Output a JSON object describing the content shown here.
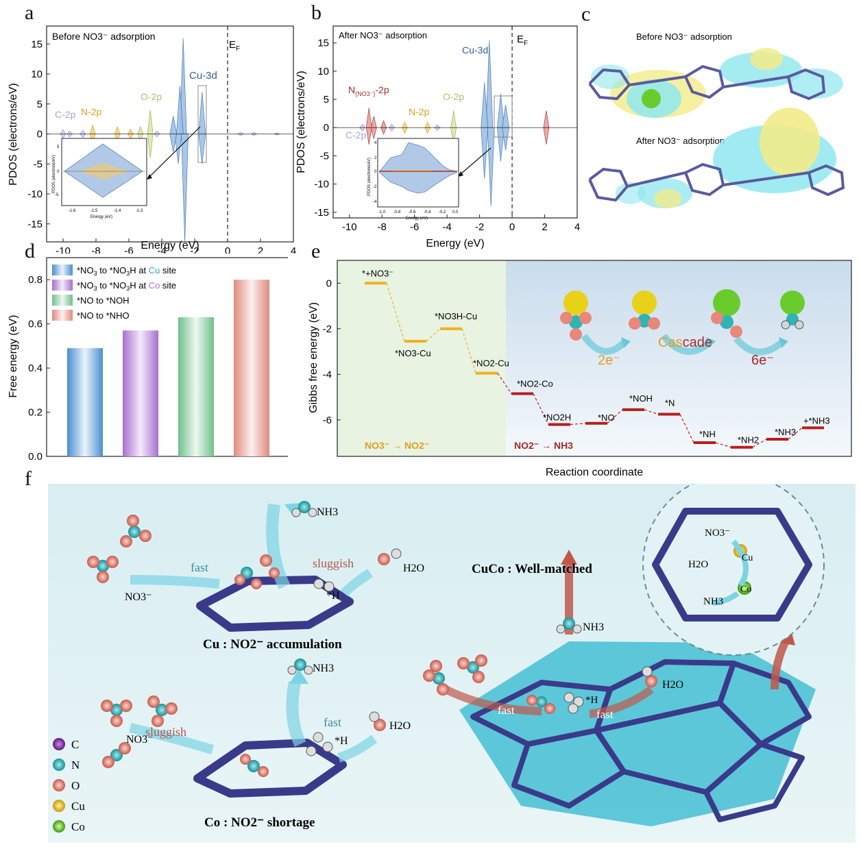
{
  "panel_labels": {
    "a": "a",
    "b": "b",
    "c": "c",
    "d": "d",
    "e": "e",
    "f": "f"
  },
  "chart_data": [
    {
      "panel": "a",
      "type": "line",
      "annotation": "Before NO3⁻ adsorption",
      "xlabel": "Energy (eV)",
      "ylabel": "PDOS (electrons/eV)",
      "xlim": [
        -11,
        4
      ],
      "ylim": [
        -18,
        18
      ],
      "xticks": [
        -10,
        -8,
        -6,
        -4,
        -2,
        0,
        2,
        4
      ],
      "yticks": [
        -15,
        -10,
        -5,
        0,
        5,
        10,
        15
      ],
      "fermi_label": "E",
      "fermi_sub": "F",
      "series_labels": {
        "c2p": "C-2p",
        "n2p": "N-2p",
        "o2p": "O-2p",
        "cu3d": "Cu-3d"
      },
      "peaks": {
        "cu3d": [
          [
            -2.7,
            16
          ],
          [
            -2.6,
            -18
          ],
          [
            -2.9,
            8
          ],
          [
            -3.0,
            -5
          ],
          [
            -1.55,
            7
          ],
          [
            -1.55,
            -5
          ],
          [
            -3.3,
            3
          ],
          [
            -3.3,
            -3
          ]
        ],
        "o2p": [
          [
            -4.7,
            4
          ],
          [
            -4.7,
            -4
          ],
          [
            -5.3,
            1.2
          ],
          [
            -5.3,
            -1.2
          ]
        ],
        "n2p": [
          [
            -8.2,
            1.5
          ],
          [
            -8.2,
            -1.5
          ],
          [
            -6.7,
            1.2
          ],
          [
            -6.7,
            -1.2
          ],
          [
            -5.9,
            0.8
          ],
          [
            -5.9,
            -0.8
          ]
        ],
        "c2p": [
          [
            -10.0,
            0.7
          ],
          [
            -10.0,
            -0.7
          ],
          [
            -9.6,
            0.5
          ],
          [
            -9.6,
            -0.5
          ],
          [
            -8.8,
            0.6
          ],
          [
            -8.8,
            -0.6
          ],
          [
            -4.3,
            0.5
          ],
          [
            -4.3,
            -0.5
          ],
          [
            0.8,
            0.3
          ],
          [
            0.8,
            -0.3
          ],
          [
            1.6,
            0.3
          ],
          [
            1.6,
            -0.3
          ],
          [
            3.0,
            0.2
          ],
          [
            3.0,
            -0.2
          ]
        ]
      },
      "inset": {
        "xlabel": "Energy (eV)",
        "ylabel": "PDOS (electrons/eV)",
        "xticks": [
          "-1.6",
          "-1.5",
          "-1.4",
          "-1.3"
        ],
        "yticks": [
          "5",
          "0",
          "-5"
        ]
      }
    },
    {
      "panel": "b",
      "type": "line",
      "annotation": "After NO3⁻ adsorption",
      "xlabel": "Energy (eV)",
      "ylabel": "PDOS (electrons/eV)",
      "xlim": [
        -11,
        4
      ],
      "ylim": [
        -16,
        18
      ],
      "xticks": [
        -10,
        -8,
        -6,
        -4,
        -2,
        0,
        2,
        4
      ],
      "yticks": [
        -15,
        -10,
        -5,
        0,
        5,
        10,
        15
      ],
      "fermi_label": "E",
      "fermi_sub": "F",
      "series_labels": {
        "nno3_main": "N",
        "nno3_sub": "(NO3⁻)",
        "nno3_tail": "-2p",
        "c2p": "C-2p",
        "n2p": "N-2p",
        "o2p": "O-2p",
        "cu3d": "Cu-3d"
      },
      "peaks": {
        "cu3d": [
          [
            -1.4,
            15.5
          ],
          [
            -1.3,
            -14
          ],
          [
            -1.7,
            8
          ],
          [
            -1.7,
            -9
          ],
          [
            -0.7,
            6
          ],
          [
            -0.7,
            -6
          ],
          [
            -0.4,
            4
          ],
          [
            -0.4,
            -4
          ]
        ],
        "nno3": [
          [
            -8.8,
            3.5
          ],
          [
            -8.8,
            -3
          ],
          [
            -8.5,
            2
          ],
          [
            -8.5,
            -2
          ],
          [
            -7.9,
            1.2
          ],
          [
            -7.9,
            -1.2
          ],
          [
            2.1,
            3
          ],
          [
            2.1,
            -3
          ]
        ],
        "o2p": [
          [
            -3.6,
            3
          ],
          [
            -3.6,
            -3
          ]
        ],
        "n2p": [
          [
            -6.6,
            1
          ],
          [
            -6.6,
            -1
          ],
          [
            -5.2,
            1
          ],
          [
            -5.2,
            -1
          ]
        ],
        "c2p": [
          [
            -9.2,
            0.6
          ],
          [
            -9.2,
            -0.6
          ],
          [
            -7.4,
            0.6
          ],
          [
            -7.4,
            -0.6
          ],
          [
            -4.6,
            0.5
          ],
          [
            -4.6,
            -0.5
          ]
        ]
      },
      "inset": {
        "xlabel": "Energy (eV)",
        "ylabel": "PDOS (electrons/eV)",
        "xticks": [
          "-1.0",
          "-0.8",
          "-0.6",
          "-0.4",
          "-0.2",
          "0.0"
        ],
        "yticks": [
          "4",
          "2",
          "0",
          "-2",
          "-4"
        ]
      }
    },
    {
      "panel": "d",
      "type": "bar",
      "ylabel": "Free energy (eV)",
      "ylim": [
        0,
        0.9
      ],
      "yticks": [
        "0.0",
        "0.2",
        "0.4",
        "0.6",
        "0.8"
      ],
      "legend_placement": "top-left",
      "series": [
        {
          "name_pre": "*NO",
          "name_sub": "3",
          "name_mid": " to *NO",
          "name_sub2": "3",
          "name_mid2": "H at ",
          "site": "Cu",
          "name_post": " site",
          "value": 0.49,
          "color": "#4a8fcf"
        },
        {
          "name_pre": "*NO",
          "name_sub": "3",
          "name_mid": " to *NO",
          "name_sub2": "3",
          "name_mid2": "H at ",
          "site": "Co",
          "name_post": " site",
          "value": 0.57,
          "color": "#a86fcf"
        },
        {
          "name_pre": "*NO to *NOH",
          "value": 0.63,
          "color": "#6fc08a"
        },
        {
          "name_pre": "*NO to *NHO",
          "value": 0.8,
          "color": "#e08a7e"
        }
      ]
    },
    {
      "panel": "e",
      "type": "line",
      "ylabel": "Gibbs free energy (eV)",
      "xlabel": "Reaction coordinate",
      "ylim": [
        -7.6,
        1.0
      ],
      "yticks": [
        "0",
        "-2",
        "-4",
        "-6"
      ],
      "region_labels": [
        "NO3⁻ → NO2⁻",
        "NO2⁻ → NH3"
      ],
      "scheme_labels": {
        "step1": "2e⁻",
        "cascade1": "Cas",
        "cascade2": "cade",
        "step2": "6e⁻"
      },
      "states": [
        {
          "label": "*+NO3⁻",
          "value": 0.0,
          "region": 1
        },
        {
          "label": "*NO3-Cu",
          "value": -2.55,
          "region": 1
        },
        {
          "label": "*NO3H-Cu",
          "value": -2.0,
          "region": 1
        },
        {
          "label": "*NO2-Cu",
          "value": -3.95,
          "region": 1
        },
        {
          "label": "*NO2-Co",
          "value": -4.85,
          "region": 2
        },
        {
          "label": "*NO2H",
          "value": -6.2,
          "region": 2
        },
        {
          "label": "*NO",
          "value": -6.15,
          "region": 2
        },
        {
          "label": "*NOH",
          "value": -5.55,
          "region": 2
        },
        {
          "label": "*N",
          "value": -5.75,
          "region": 2
        },
        {
          "label": "*NH",
          "value": -7.0,
          "region": 2
        },
        {
          "label": "*NH2",
          "value": -7.2,
          "region": 2
        },
        {
          "label": "*NH3",
          "value": -6.85,
          "region": 2
        },
        {
          "label": "+*NH3",
          "value": -6.35,
          "region": 2
        }
      ]
    }
  ],
  "panel_c": {
    "top_label": "Before NO3⁻ adsorption",
    "bottom_label": "After NO3⁻ adsorption"
  },
  "panel_f": {
    "cu_title": "Cu : NO2⁻ accumulation",
    "co_title": "Co : NO2⁻ shortage",
    "cuco_title": "CuCo : Well-matched",
    "labels": {
      "fast": "fast",
      "sluggish": "sluggish",
      "no3": "NO3⁻",
      "h2o": "H2O",
      "nh3": "NH3",
      "h": "*H",
      "cu": "Cu",
      "co": "Co"
    },
    "legend": [
      {
        "label": "C",
        "color": "#7a3a9a"
      },
      {
        "label": "N",
        "color": "#2fb4b4"
      },
      {
        "label": "O",
        "color": "#e8877a"
      },
      {
        "label": "Cu",
        "color": "#e9c21a"
      },
      {
        "label": "Co",
        "color": "#6acb2d"
      }
    ]
  }
}
